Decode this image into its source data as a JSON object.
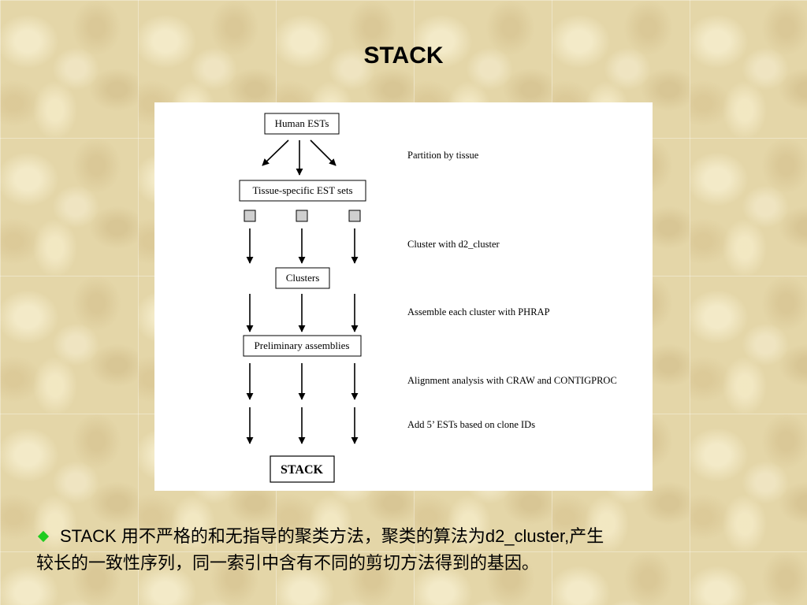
{
  "slide": {
    "title": "STACK"
  },
  "diagram": {
    "nodes": {
      "human_ests": "Human ESTs",
      "tissue_sets": "Tissue-specific EST sets",
      "clusters": "Clusters",
      "preliminary": "Preliminary assemblies",
      "final": "STACK"
    },
    "steps": {
      "partition": "Partition by tissue",
      "cluster": "Cluster with d2_cluster",
      "assemble": "Assemble each cluster with PHRAP",
      "alignment": "Alignment analysis with CRAW and CONTIGPROC",
      "add": "Add 5’ ESTs based on clone IDs"
    }
  },
  "bullet": {
    "line1": "STACK 用不严格的和无指导的聚类方法，聚类的算法为d2_cluster,产生",
    "line2": "较长的一致性序列，同一索引中含有不同的剪切方法得到的基因。"
  },
  "colors": {
    "bullet": "#1fcc1f",
    "square_fill": "#cfcfcf"
  }
}
